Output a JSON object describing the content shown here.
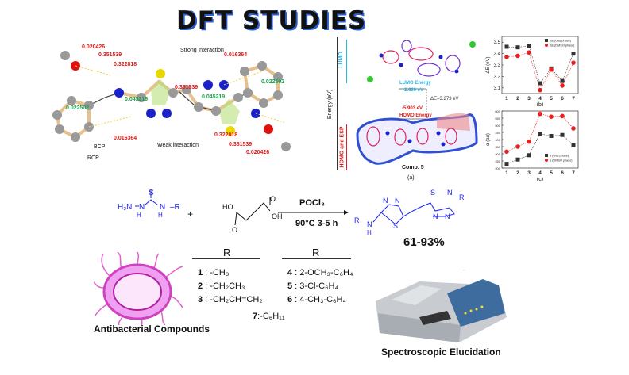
{
  "title": "DFT STUDIES",
  "qtaim": {
    "left": {
      "v1": "0.020426",
      "v2": "0.351539",
      "v3": "0.322818",
      "v4": "0.045219",
      "v5": "0.022502",
      "v6": "0.016364",
      "bcp": "BCP",
      "rcp": "RCP"
    },
    "center": {
      "strong": "Strong interaction",
      "weak": "Weak interaction",
      "v7": "0.351539"
    },
    "right": {
      "v1": "0.016364",
      "v2": "0.045219",
      "v3": "0.022502",
      "v4": "0.322818",
      "v5": "0.351539",
      "v6": "0.020426"
    }
  },
  "fmo": {
    "lumo_label": "LUMO",
    "homo_label": "HOMO and ESP",
    "energy_axis": "Energy (eV)",
    "lumo_energy_label": "LUMO Energy",
    "lumo_energy": "-2.630 eV",
    "gap": "ΔE=3.273 eV",
    "homo_energy": "-5.903 eV",
    "homo_energy_label": "HOMO Energy",
    "compound": "Comp. 5",
    "panel": "(a)",
    "colors": {
      "lumo": "#2bb6e6",
      "homo": "#e02020"
    }
  },
  "chart_data": [
    {
      "type": "line",
      "panel": "(b)",
      "ylabel": "ΔE (eV)",
      "xlabel": "",
      "categories": [
        "1",
        "2",
        "3",
        "4",
        "5",
        "6",
        "7"
      ],
      "ylim": [
        3.05,
        3.55
      ],
      "yticks": [
        "3.1",
        "3.2",
        "3.3",
        "3.4",
        "3.5"
      ],
      "legend_position": "top-right",
      "series": [
        {
          "name": "ΔE (Gas phase)",
          "values": [
            3.46,
            3.455,
            3.47,
            3.14,
            3.27,
            3.16,
            3.4
          ],
          "color": "#333333",
          "marker": "square"
        },
        {
          "name": "ΔE (DMSO phase)",
          "values": [
            3.37,
            3.38,
            3.41,
            3.08,
            3.26,
            3.12,
            3.32
          ],
          "color": "#e82020",
          "marker": "circle"
        }
      ]
    },
    {
      "type": "line",
      "panel": "(c)",
      "ylabel": "α (au)",
      "xlabel": "",
      "categories": [
        "1",
        "2",
        "3",
        "4",
        "5",
        "6",
        "7"
      ],
      "ylim": [
        200,
        600
      ],
      "yticks": [
        "200",
        "250",
        "300",
        "350",
        "400",
        "450",
        "500",
        "550",
        "600"
      ],
      "legend_position": "bottom-right",
      "series": [
        {
          "name": "α (Gas phase)",
          "values": [
            230,
            260,
            290,
            440,
            425,
            432,
            360
          ],
          "color": "#333333",
          "marker": "square"
        },
        {
          "name": "α (DMSO phase)",
          "values": [
            315,
            350,
            385,
            580,
            560,
            565,
            478
          ],
          "color": "#e82020",
          "marker": "circle"
        }
      ]
    }
  ],
  "reaction": {
    "plus": "+",
    "reagent": "POCl₃",
    "conditions": "90°C 3-5 h",
    "yield": "61-93%",
    "r_header_1": "R",
    "r_header_2": "R",
    "substituents": [
      {
        "num": "1",
        "formula": " : -CH₃"
      },
      {
        "num": "2",
        "formula": " : -CH₂CH₃"
      },
      {
        "num": "3",
        "formula": " : -CH₂CH=CH₂"
      },
      {
        "num": "4",
        "formula": " : 2-OCH₃-C₆H₄"
      },
      {
        "num": "5",
        "formula": " : 3-Cl-C₆H₄"
      },
      {
        "num": "6",
        "formula": " : 4-CH₃-C₆H₄"
      },
      {
        "num": "7",
        "formula": ":-C₆H₁₁"
      }
    ]
  },
  "captions": {
    "antibacterial": "Antibacterial Compounds",
    "spectroscopic": "Spectroscopic Elucidation"
  }
}
